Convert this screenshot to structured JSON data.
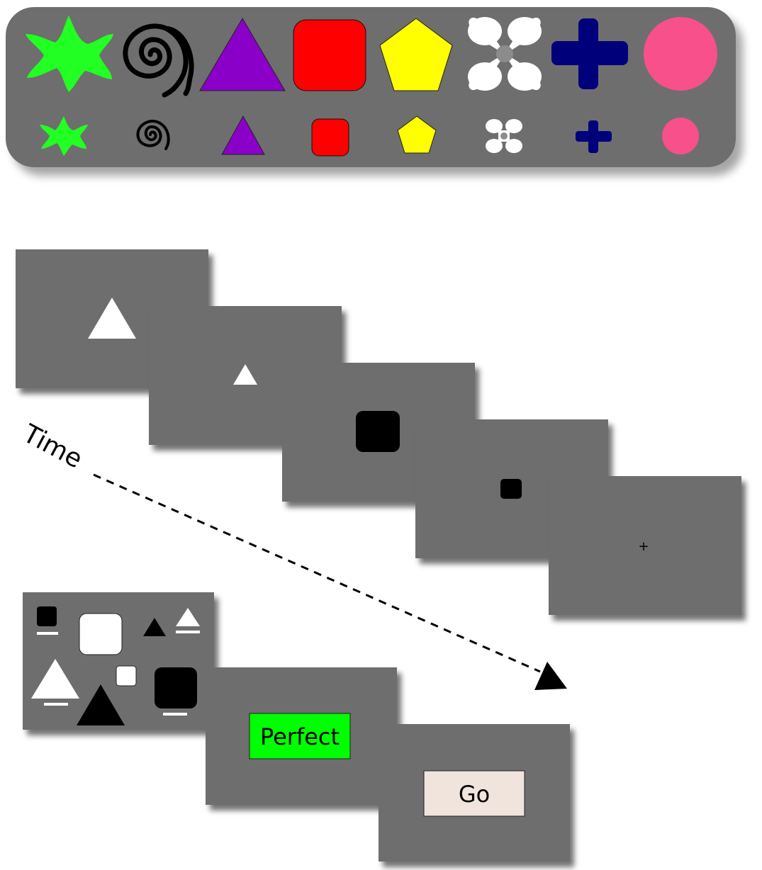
{
  "palette": {
    "shapes": [
      {
        "shape": "star",
        "color": "#22ff22"
      },
      {
        "shape": "spiral",
        "color": "#000000"
      },
      {
        "shape": "triangle",
        "color": "#8a00c8"
      },
      {
        "shape": "rounded-square",
        "color": "#ff0000"
      },
      {
        "shape": "pentagon",
        "color": "#ffff00"
      },
      {
        "shape": "flower",
        "color": "#ffffff"
      },
      {
        "shape": "cross",
        "color": "#00007a"
      },
      {
        "shape": "circle",
        "color": "#f7508a"
      }
    ],
    "sizes": [
      "large",
      "small"
    ],
    "background": "#6e6e6e"
  },
  "sequence": {
    "time_label": "Time",
    "screen_color": "#6e6e6e",
    "frames": [
      {
        "stimulus": "triangle",
        "size": "large",
        "color": "#ffffff"
      },
      {
        "stimulus": "triangle",
        "size": "small",
        "color": "#ffffff"
      },
      {
        "stimulus": "rounded-square",
        "size": "large",
        "color": "#000000"
      },
      {
        "stimulus": "rounded-square",
        "size": "small",
        "color": "#000000"
      },
      {
        "stimulus": "fixation-cross",
        "text": "+"
      }
    ]
  },
  "response": {
    "choice_screen": {
      "items": [
        {
          "shape": "square",
          "size": "small",
          "color": "#000000",
          "underline": true
        },
        {
          "shape": "square",
          "size": "large",
          "color": "#ffffff",
          "underline": false
        },
        {
          "shape": "triangle",
          "size": "small",
          "color": "#000000",
          "underline": false
        },
        {
          "shape": "triangle",
          "size": "small",
          "color": "#ffffff",
          "underline": true
        },
        {
          "shape": "triangle",
          "size": "large",
          "color": "#ffffff",
          "underline": true
        },
        {
          "shape": "square",
          "size": "small",
          "color": "#ffffff",
          "underline": false
        },
        {
          "shape": "triangle",
          "size": "large",
          "color": "#000000",
          "underline": false
        },
        {
          "shape": "square",
          "size": "large",
          "color": "#000000",
          "underline": true
        }
      ]
    },
    "feedback": {
      "text": "Perfect",
      "color": "#00ff00"
    },
    "go": {
      "text": "Go",
      "color": "#f1e4dc"
    }
  }
}
